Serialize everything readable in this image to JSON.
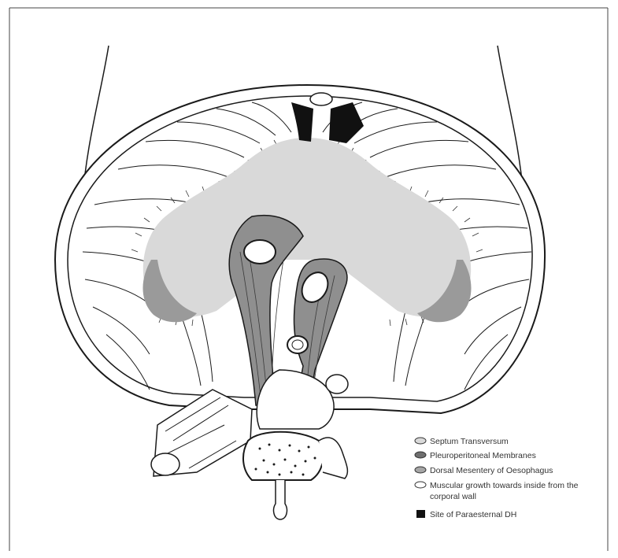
{
  "colors": {
    "septum": "#d9d9d9",
    "pleuroperitoneal": "#8f8f8f",
    "mesentery": "#a6a6a6",
    "muscle": "#ffffff",
    "paraesternal": "#111111",
    "line": "#1a1a1a"
  },
  "legend": {
    "items": [
      {
        "label": "Septum Transversum",
        "swatch": "light-oval"
      },
      {
        "label": "Pleuroperitoneal Membranes",
        "swatch": "dark-oval"
      },
      {
        "label": "Dorsal Mesentery of Oesophagus",
        "swatch": "mid-oval"
      },
      {
        "label": "Muscular growth towards inside from the",
        "label2": "corporal wall",
        "swatch": "white-oval"
      },
      {
        "label": "Site of Paraesternal DH",
        "swatch": "black-square"
      }
    ]
  }
}
